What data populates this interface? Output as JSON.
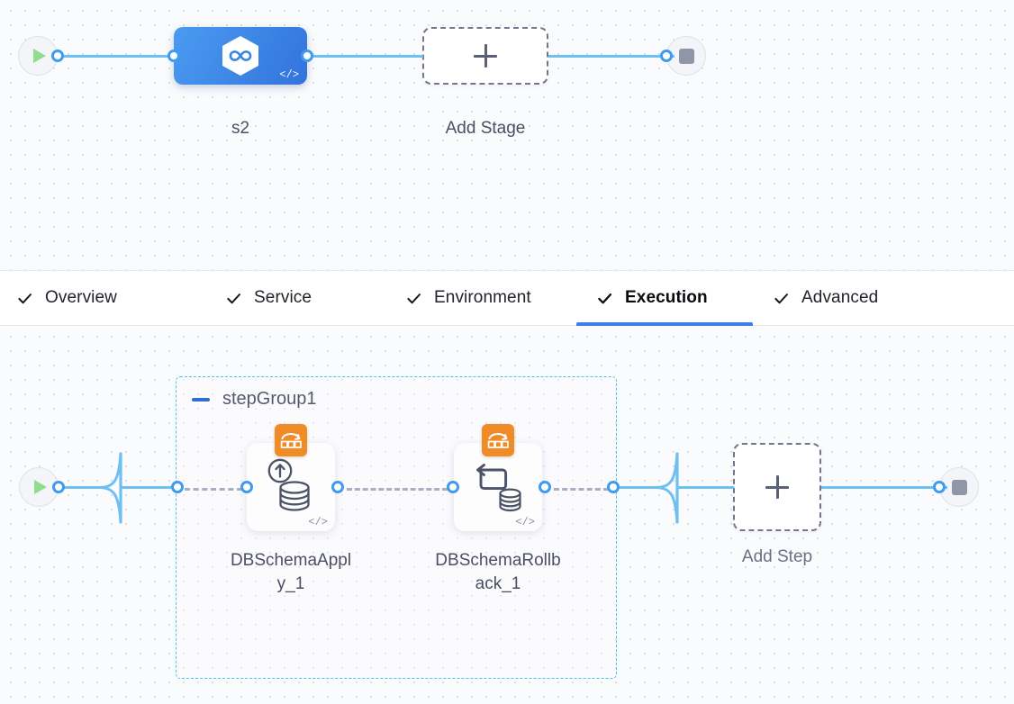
{
  "app": {
    "name": "pipeline-studio-canvas"
  },
  "pipeline": {
    "start_node": {
      "icon": "play-icon",
      "label": ""
    },
    "end_node": {
      "icon": "stop-icon",
      "label": ""
    },
    "stage": {
      "label": "s2",
      "type_icon": "infinity-hexagon-icon",
      "code_badge": "</>",
      "color": "#3273dd"
    },
    "add_stage": {
      "label": "Add Stage",
      "icon": "plus-icon"
    }
  },
  "tabs": {
    "items": [
      {
        "label": "Overview",
        "icon": "check-icon",
        "active": false
      },
      {
        "label": "Service",
        "icon": "check-icon",
        "active": false
      },
      {
        "label": "Environment",
        "icon": "check-icon",
        "active": false
      },
      {
        "label": "Execution",
        "icon": "check-icon",
        "active": true
      },
      {
        "label": "Advanced",
        "icon": "check-icon",
        "active": false
      }
    ],
    "active_underline_color": "#3e7ee6"
  },
  "execution": {
    "start_node": {
      "icon": "play-icon"
    },
    "end_node": {
      "icon": "stop-icon"
    },
    "step_group": {
      "title": "stepGroup1",
      "collapse_icon": "minus-icon",
      "border_color": "#49c3e8",
      "steps": [
        {
          "label": "DBSchemaApply_1",
          "label_line1": "DBSchemaAppl",
          "label_line2": "y_1",
          "badge_icon": "liquibase-changeset-icon",
          "glyph_icon": "database-apply-up-arrow-icon",
          "code_badge": "</>",
          "badge_color": "#ef8c27"
        },
        {
          "label": "DBSchemaRollback_1",
          "label_line1": "DBSchemaRollb",
          "label_line2": "ack_1",
          "badge_icon": "liquibase-changeset-icon",
          "glyph_icon": "database-rollback-arrow-icon",
          "code_badge": "</>",
          "badge_color": "#ef8c27"
        }
      ]
    },
    "add_step": {
      "label": "Add Step",
      "icon": "plus-icon"
    }
  },
  "theme": {
    "canvas_bg": "#fafbfc",
    "edge_color": "#6fc0f2",
    "dashed_edge_color": "#a9aec2",
    "port_color": "#3e9bf0"
  }
}
